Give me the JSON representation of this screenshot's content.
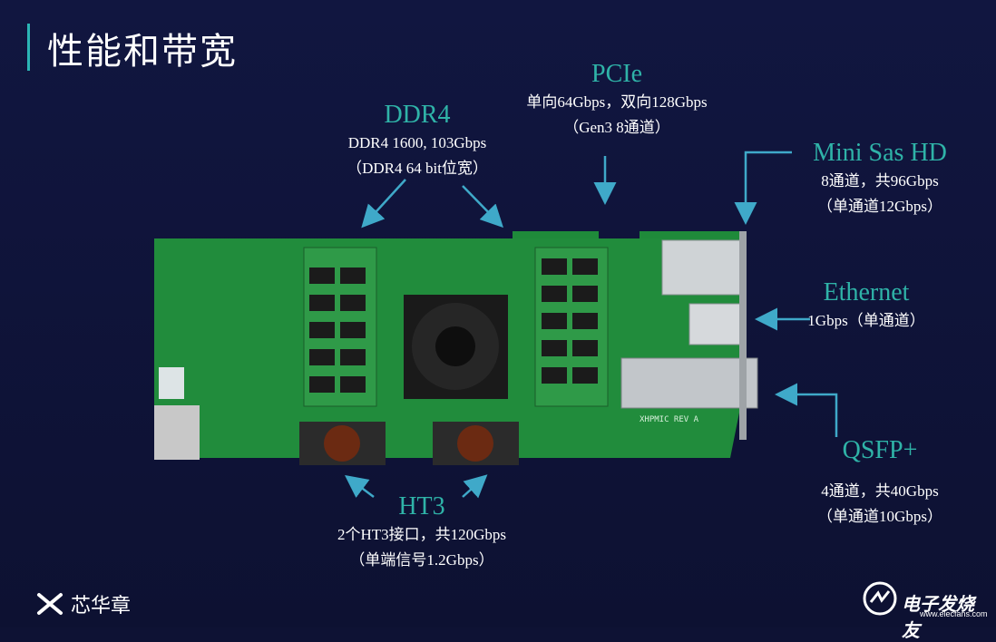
{
  "title": "性能和带宽",
  "ddr4": {
    "head": "DDR4",
    "line1": "DDR4 1600, 103Gbps",
    "line2": "（DDR4 64 bit位宽）"
  },
  "pcie": {
    "head": "PCIe",
    "line1": "单向64Gbps，双向128Gbps",
    "line2": "（Gen3 8通道）"
  },
  "sas": {
    "head": "Mini Sas HD",
    "line1": "8通道，共96Gbps",
    "line2": "（单通道12Gbps）"
  },
  "ethernet": {
    "head": "Ethernet",
    "line1": "1Gbps（单通道）"
  },
  "qsfp": {
    "head": "QSFP+",
    "line1": "4通道，共40Gbps",
    "line2": "（单通道10Gbps）"
  },
  "ht3": {
    "head": "HT3",
    "line1": "2个HT3接口，共120Gbps",
    "line2": "（单端信号1.2Gbps）"
  },
  "board_silk": "XHPMIC REV A",
  "logo_left": "芯华章",
  "logo_right": {
    "text": "电子发烧友",
    "url": "www.elecfans.com"
  },
  "colors": {
    "accent": "#2fb3a8",
    "arrow": "#3fa9c9",
    "pcb": "#1f8a3a",
    "background": "#0e1234"
  }
}
